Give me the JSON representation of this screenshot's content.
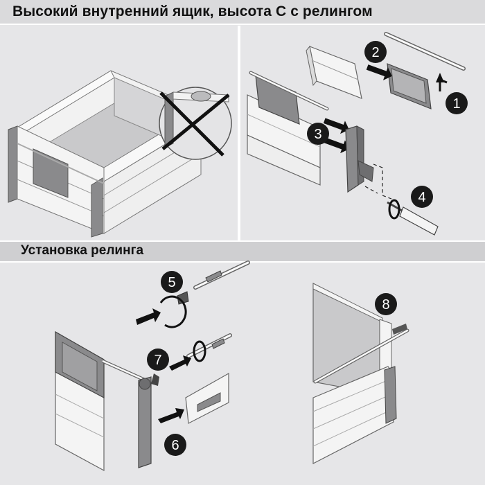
{
  "header": {
    "title": "Высокий внутренний ящик, высота С с релингом"
  },
  "section": {
    "title": "Установка релинга"
  },
  "steps": {
    "s1": "1",
    "s2": "2",
    "s3": "3",
    "s4": "4",
    "s5": "5",
    "s6": "6",
    "s7": "7",
    "s8": "8"
  },
  "colors": {
    "background": "#e6e6e8",
    "header_bar": "#dadadc",
    "section_bar": "#cfcfd1",
    "drawer_side": "#f4f4f4",
    "drawer_inner": "#c9c9cb",
    "front_panel": "#8a8a8c",
    "rail": "#ffffff",
    "step_badge": "#1a1a1a"
  },
  "icons": [
    "prohibited-cross-icon",
    "rotate-arrow-icon",
    "push-arrow-icon",
    "screwdriver-icon"
  ]
}
